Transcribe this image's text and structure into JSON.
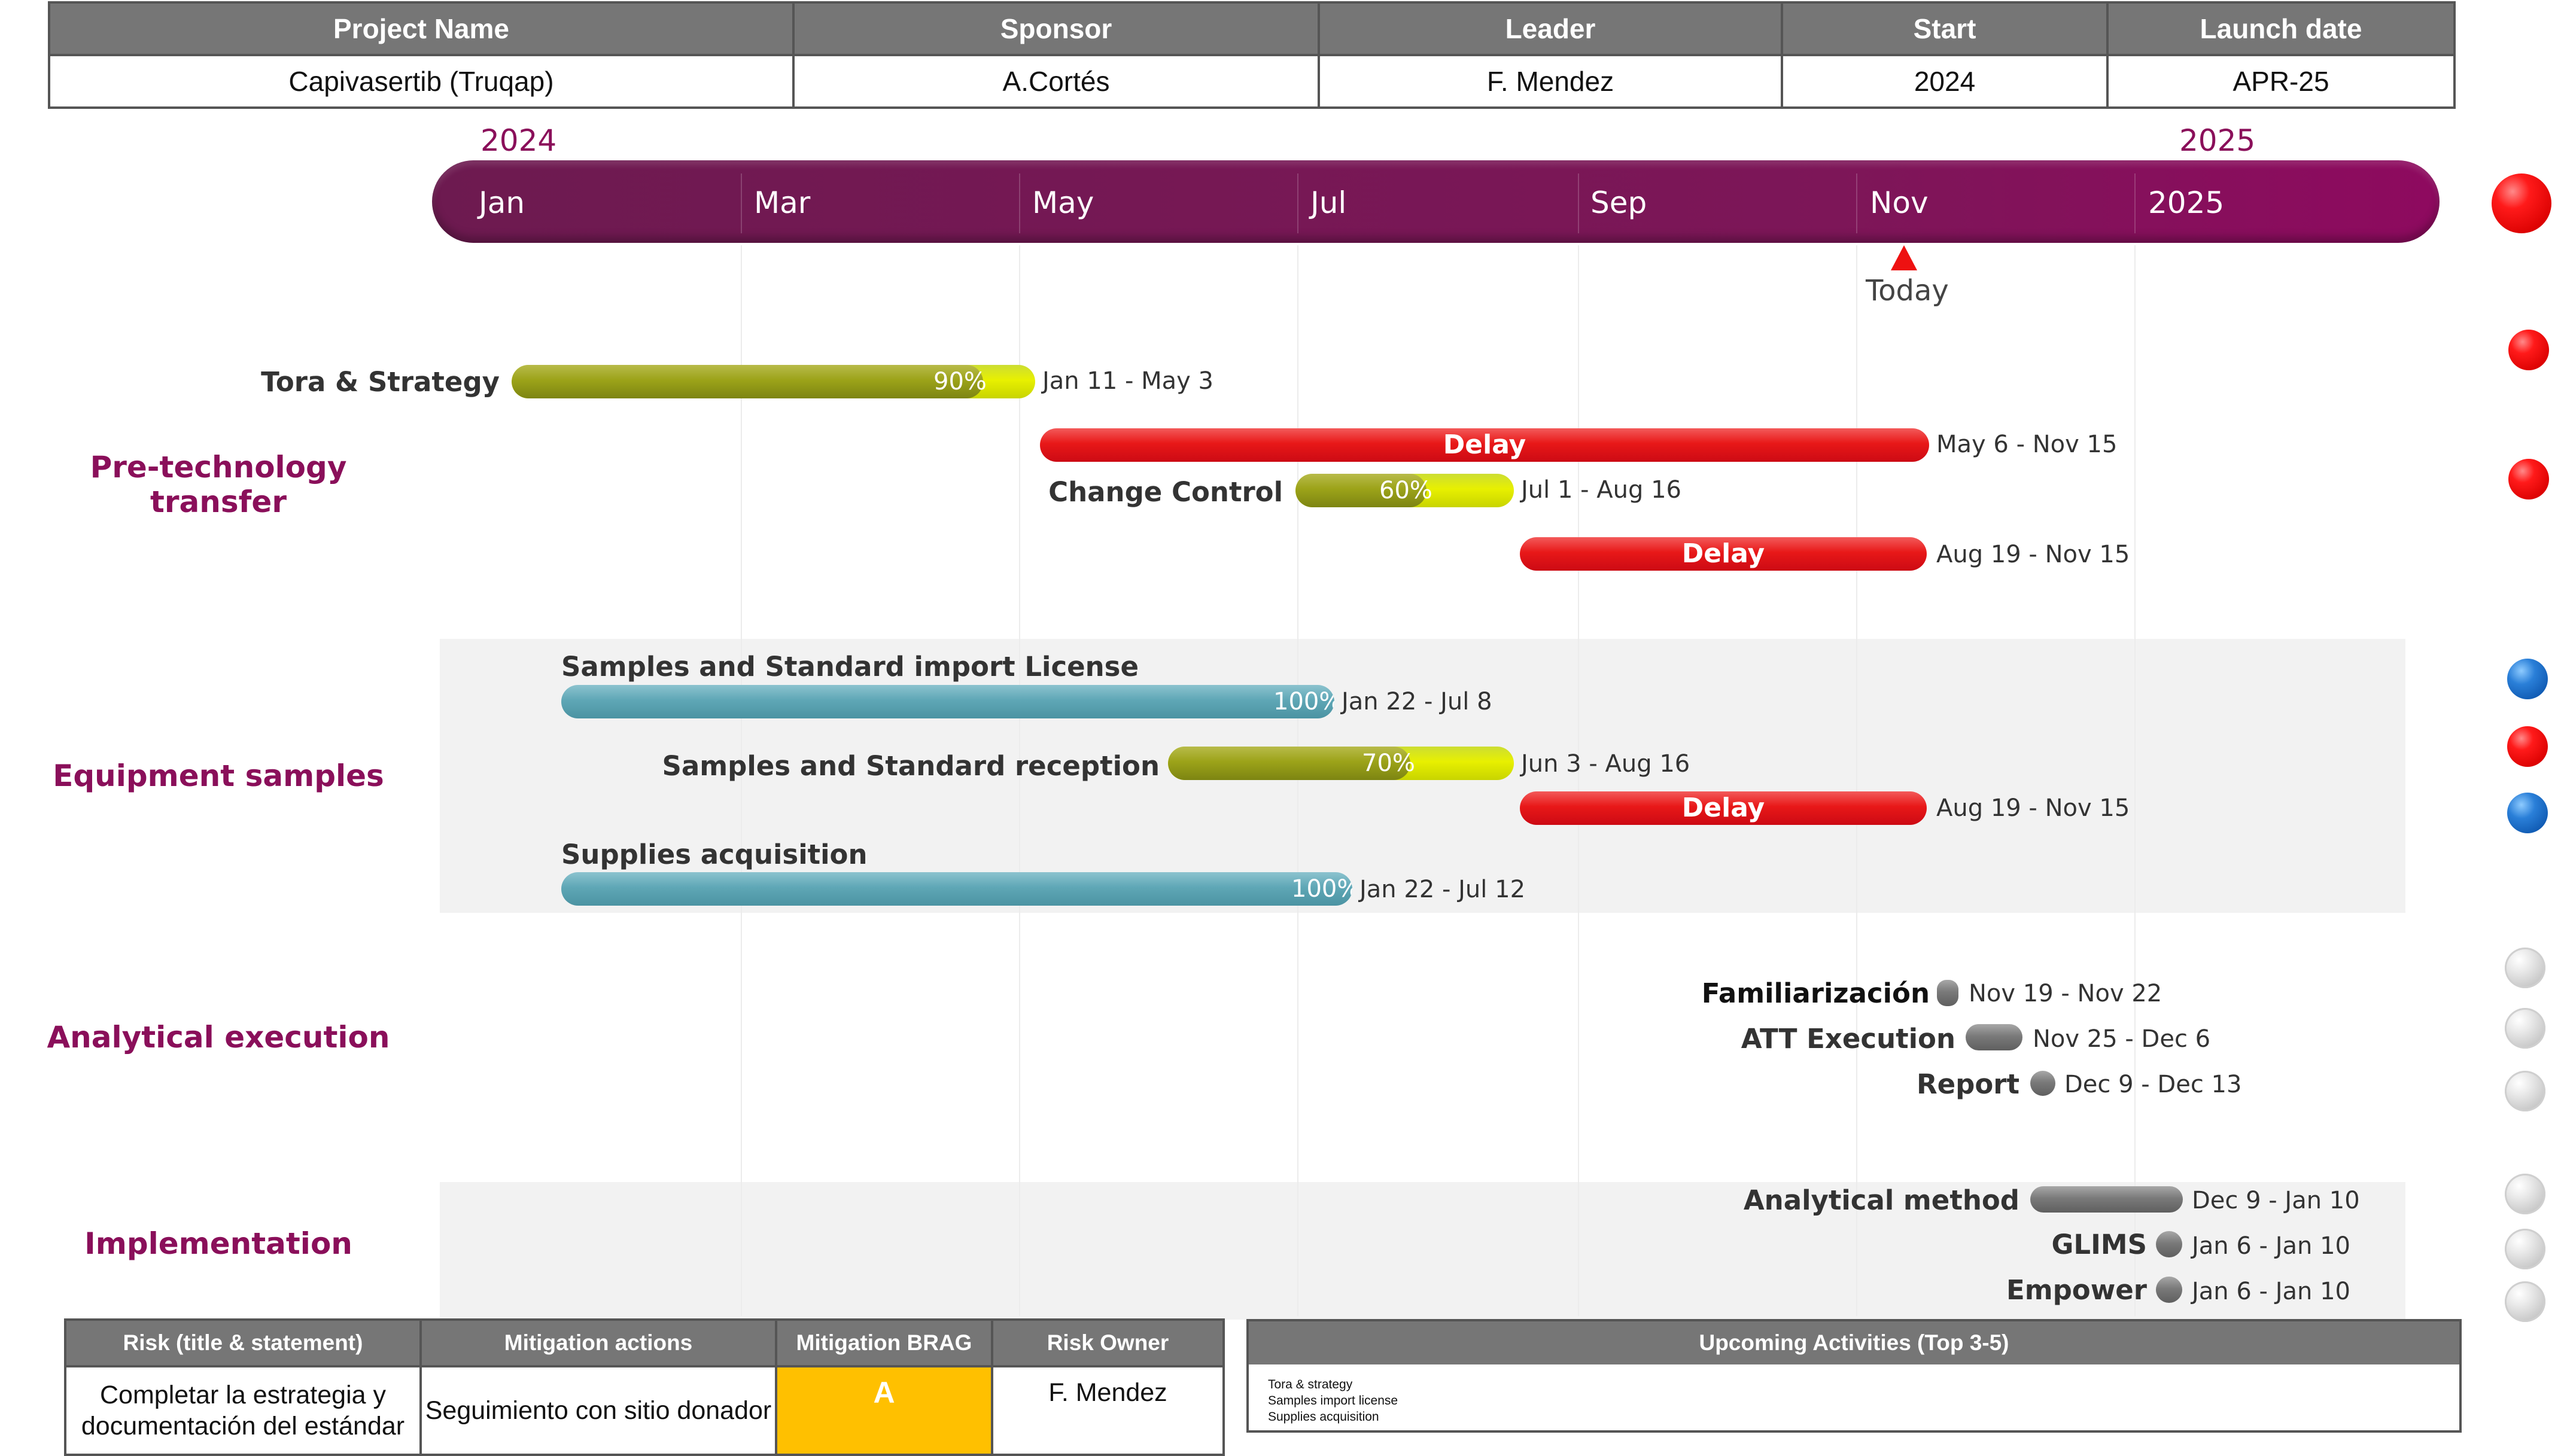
{
  "header": {
    "columns": [
      "Project Name",
      "Sponsor",
      "Leader",
      "Start",
      "Launch date"
    ],
    "values": [
      "Capivasertib (Truqap)",
      "A.Cortés",
      "F. Mendez",
      "2024",
      "APR-25"
    ]
  },
  "timeline": {
    "year_start": "2024",
    "year_end": "2025",
    "months": [
      "Jan",
      "Mar",
      "May",
      "Jul",
      "Sep",
      "Nov",
      "2025"
    ],
    "today_label": "Today"
  },
  "sections": [
    {
      "name": "Pre-technology transfer"
    },
    {
      "name": "Equipment samples"
    },
    {
      "name": "Analytical execution"
    },
    {
      "name": "Implementation"
    }
  ],
  "tasks": {
    "tora": {
      "name": "Tora & Strategy",
      "progress": "90%",
      "dates": "Jan 11 - May 3"
    },
    "pre_delay_1": {
      "label": "Delay",
      "dates": "May 6 - Nov 15"
    },
    "change_control": {
      "name": "Change Control",
      "progress": "60%",
      "dates": "Jul 1 - Aug 16"
    },
    "pre_delay_2": {
      "label": "Delay",
      "dates": "Aug 19 - Nov 15"
    },
    "import_license": {
      "name": "Samples and Standard import License",
      "progress": "100%",
      "dates": "Jan 22 - Jul 8"
    },
    "reception": {
      "name": "Samples and Standard  reception",
      "progress": "70%",
      "dates": "Jun 3 - Aug 16"
    },
    "eq_delay": {
      "label": "Delay",
      "dates": "Aug 19 - Nov 15"
    },
    "supplies": {
      "name": "Supplies acquisition",
      "progress": "100%",
      "dates": "Jan 22 - Jul 12"
    },
    "familiarizacion": {
      "name": "Familiarización",
      "dates": "Nov 19 - Nov 22"
    },
    "att": {
      "name": "ATT Execution",
      "dates": "Nov 25 - Dec 6"
    },
    "report": {
      "name": "Report",
      "dates": "Dec 9 - Dec 13"
    },
    "method": {
      "name": "Analytical method",
      "dates": "Dec 9 - Jan 10"
    },
    "glims": {
      "name": "GLIMS",
      "dates": "Jan 6 - Jan 10"
    },
    "empower": {
      "name": "Empower",
      "dates": "Jan 6 - Jan 10"
    }
  },
  "status_colors": {
    "red": "#e81818",
    "blue": "#1a6cc4",
    "grey": "#c7c7c7",
    "olive": "#9ca319",
    "teal": "#5fa7b6",
    "accent": "#8a0f5a",
    "brag": "#ffc000"
  },
  "risk_table": {
    "columns": [
      "Risk (title & statement)",
      "Mitigation actions",
      "Mitigation BRAG",
      "Risk Owner"
    ],
    "risk": "Completar la estrategia y documentación del estándar",
    "mitigation": "Seguimiento con sitio donador",
    "brag": "A",
    "owner": "F. Mendez"
  },
  "upcoming": {
    "title": "Upcoming Activities (Top 3-5)",
    "items": [
      "Tora & strategy",
      "Samples import license",
      "Supplies acquisition"
    ]
  }
}
